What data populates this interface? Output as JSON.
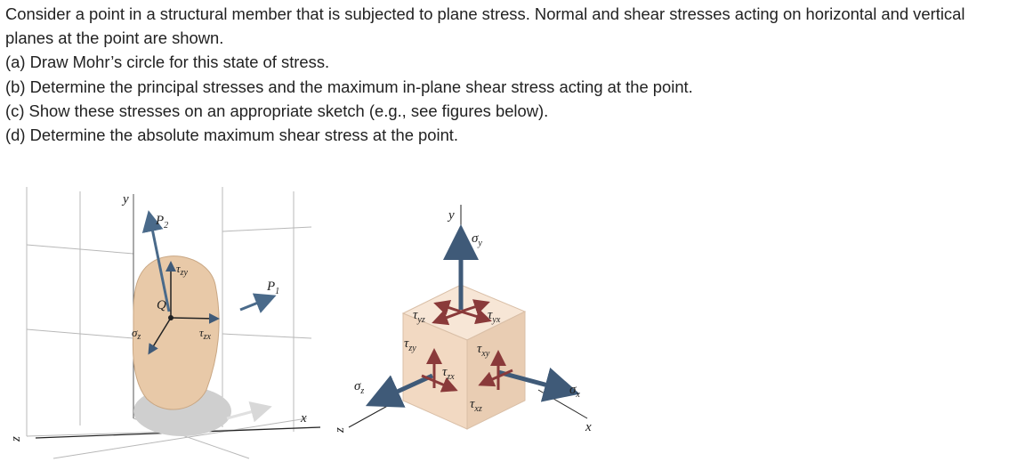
{
  "problem": {
    "intro": "Consider a point in a structural member that is subjected to plane stress. Normal and shear stresses acting on horizontal and vertical planes at the point are shown.",
    "parts": [
      "(a) Draw Mohr’s circle for this state of stress.",
      "(b) Determine the principal stresses and the maximum in-plane shear stress acting at the point.",
      "(c) Show these stresses on an appropriate sketch (e.g., see figures below).",
      "(d) Determine the absolute maximum shear stress at the point."
    ]
  },
  "figure_left": {
    "y_axis": "y",
    "z_axis": "z",
    "x_axis": "x",
    "load_p2": {
      "main": "P",
      "sub": "2"
    },
    "load_p1": {
      "main": "P",
      "sub": "1"
    },
    "point": "Q",
    "tau_zy": {
      "main": "τ",
      "sub": "zy"
    },
    "tau_zx": {
      "main": "τ",
      "sub": "zx"
    },
    "sigma_z": {
      "main": "σ",
      "sub": "z"
    }
  },
  "figure_right": {
    "y_axis": "y",
    "z_axis": "z",
    "x_axis": "x",
    "sigma_y": {
      "main": "σ",
      "sub": "y"
    },
    "sigma_x": {
      "main": "σ",
      "sub": "x"
    },
    "sigma_z": {
      "main": "σ",
      "sub": "z"
    },
    "tau_yz": {
      "main": "τ",
      "sub": "yz"
    },
    "tau_yx": {
      "main": "τ",
      "sub": "yx"
    },
    "tau_zy": {
      "main": "τ",
      "sub": "zy"
    },
    "tau_xy": {
      "main": "τ",
      "sub": "xy"
    },
    "tau_zx": {
      "main": "τ",
      "sub": "zx"
    },
    "tau_xz": {
      "main": "τ",
      "sub": "xz"
    }
  },
  "colors": {
    "text": "#222222",
    "body_fill": "#e8c9a8",
    "cube_front": "#f2d9c2",
    "cube_top": "#f7e6d6",
    "cube_side": "#e9cdb3",
    "stress_arrow": "#3f5a78",
    "shear_arrow": "#8a3a3a",
    "grid": "#b8b8b8",
    "shadow": "#c8c8c8"
  }
}
